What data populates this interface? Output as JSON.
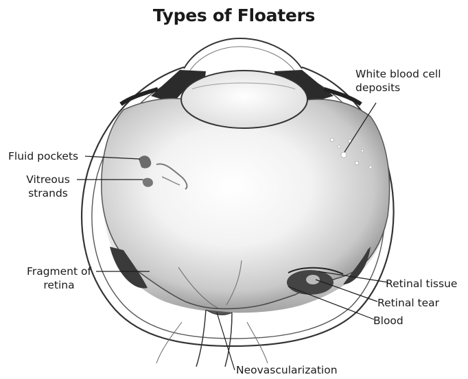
{
  "title": "Types of Floaters",
  "labels": {
    "white_blood_cell_deposits": [
      "White blood cell",
      "deposits"
    ],
    "fluid_pockets": "Fluid pockets",
    "vitreous_strands": [
      "Vitreous",
      "strands"
    ],
    "fragment_of_retina": [
      "Fragment of",
      "retina"
    ],
    "retinal_tissue": "Retinal tissue",
    "retinal_tear": "Retinal tear",
    "blood": "Blood",
    "neovascularization": "Neovascularization"
  }
}
